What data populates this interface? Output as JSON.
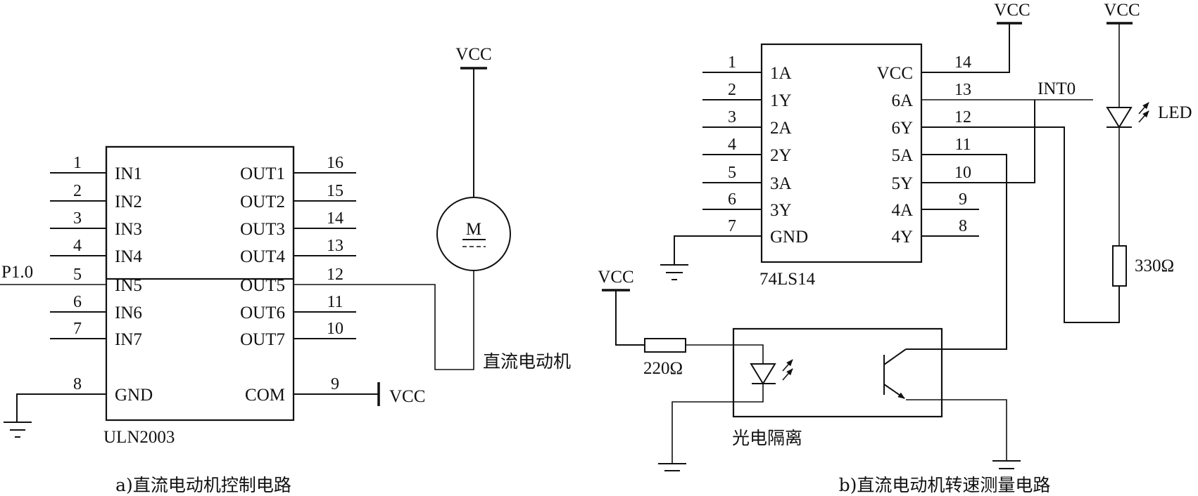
{
  "figure_a": {
    "caption": "a)直流电动机控制电路",
    "ic": {
      "name": "ULN2003",
      "left_pins": [
        {
          "num": "1",
          "label": "IN1"
        },
        {
          "num": "2",
          "label": "IN2"
        },
        {
          "num": "3",
          "label": "IN3"
        },
        {
          "num": "4",
          "label": "IN4"
        },
        {
          "num": "5",
          "label": "IN5"
        },
        {
          "num": "6",
          "label": "IN6"
        },
        {
          "num": "7",
          "label": "IN7"
        },
        {
          "num": "8",
          "label": "GND"
        }
      ],
      "right_pins": [
        {
          "num": "16",
          "label": "OUT1"
        },
        {
          "num": "15",
          "label": "OUT2"
        },
        {
          "num": "14",
          "label": "OUT3"
        },
        {
          "num": "13",
          "label": "OUT4"
        },
        {
          "num": "12",
          "label": "OUT5"
        },
        {
          "num": "11",
          "label": "OUT6"
        },
        {
          "num": "10",
          "label": "OUT7"
        },
        {
          "num": "9",
          "label": "COM"
        }
      ]
    },
    "input_net": "P1.0",
    "com_supply": "VCC",
    "motor": {
      "symbol": "M",
      "label": "直流电动机",
      "supply": "VCC"
    }
  },
  "figure_b": {
    "caption": "b)直流电动机转速测量电路",
    "ic": {
      "name": "74LS14",
      "left_pins": [
        {
          "num": "1",
          "label": "1A"
        },
        {
          "num": "2",
          "label": "1Y"
        },
        {
          "num": "3",
          "label": "2A"
        },
        {
          "num": "4",
          "label": "2Y"
        },
        {
          "num": "5",
          "label": "3A"
        },
        {
          "num": "6",
          "label": "3Y"
        },
        {
          "num": "7",
          "label": "GND"
        }
      ],
      "right_pins": [
        {
          "num": "14",
          "label": "VCC"
        },
        {
          "num": "13",
          "label": "6A"
        },
        {
          "num": "12",
          "label": "6Y"
        },
        {
          "num": "11",
          "label": "5A"
        },
        {
          "num": "10",
          "label": "5Y"
        },
        {
          "num": "9",
          "label": "4A"
        },
        {
          "num": "8",
          "label": "4Y"
        }
      ]
    },
    "vcc_ic": "VCC",
    "vcc_led": "VCC",
    "vcc_opto": "VCC",
    "int_net": "INT0",
    "led_label": "LED",
    "r_led": "330Ω",
    "r_opto": "220Ω",
    "opto_label": "光电隔离"
  }
}
